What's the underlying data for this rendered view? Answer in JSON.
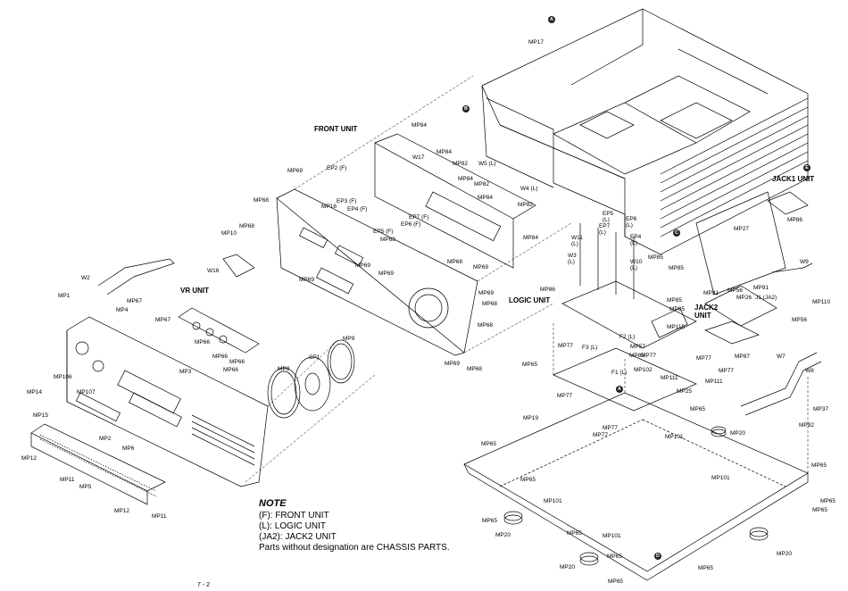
{
  "units": {
    "front": "FRONT UNIT",
    "vr": "VR UNIT",
    "logic": "LOGIC UNIT",
    "jack1": "JACK1 UNIT",
    "jack2": "JACK2 UNIT"
  },
  "markers": [
    "A",
    "B",
    "C",
    "D",
    "E"
  ],
  "note": {
    "title": "NOTE",
    "lines": [
      "(F): FRONT UNIT",
      "(L): LOGIC UNIT",
      "(JA2): JACK2 UNIT",
      "Parts without designation are CHASSIS PARTS."
    ]
  },
  "page_number": "7 - 2",
  "labels": {
    "mp17": "MP17",
    "mp84a": "MP84",
    "mp84b": "MP84",
    "mp84c": "MP84",
    "mp84d": "MP84",
    "mp84e": "MP84",
    "w17": "W17",
    "mp82a": "MP82",
    "mp82b": "MP82",
    "mp82c": "MP82",
    "w5": "W5 (L)",
    "w4": "W4 (L)",
    "mp69a": "MP69",
    "mp69b": "MP69",
    "mp69c": "MP69",
    "mp69d": "MP69",
    "mp69e": "MP69",
    "mp69f": "MP69",
    "mp69g": "MP69",
    "ep2": "EP2 (F)",
    "ep3": "EP3 (F)",
    "ep4f": "EP4 (F)",
    "ep7f": "EP7 (F)",
    "ep6f": "EP6 (F)",
    "ep5f": "EP5 (F)",
    "mp68a": "MP68",
    "mp68b": "MP68",
    "mp68c": "MP68",
    "mp68d": "MP68",
    "mp68e": "MP68",
    "mp68f": "MP68",
    "mp68g": "MP68",
    "mp16": "MP16",
    "mp10": "MP10",
    "w2": "W2",
    "w16": "W16",
    "mp1": "MP1",
    "mp67a": "MP67",
    "mp67b": "MP67",
    "mp4": "MP4",
    "mp66a": "MP66",
    "mp66b": "MP66",
    "mp66c": "MP66",
    "mp66d": "MP66",
    "mp3": "MP3",
    "mp8": "MP8",
    "sp1": "SP1",
    "mp9": "MP9",
    "mp106": "MP106",
    "mp107": "MP107",
    "mp14": "MP14",
    "mp15": "MP15",
    "mp2": "MP2",
    "mp6": "MP6",
    "mp12a": "MP12",
    "mp12b": "MP12",
    "mp11a": "MP11",
    "mp11b": "MP11",
    "mp5": "MP5",
    "ep7l": "EP7\n(L)",
    "ep5l": "EP5\n(L)",
    "ep6l": "EP6\n(L)",
    "ep4l": "EP4\n(L)",
    "w11": "W11\n(L)",
    "w3": "W3\n(L)",
    "w10": "W10\n(L)",
    "mp85a": "MP85",
    "mp85b": "MP85",
    "mp85c": "MP85",
    "mp85d": "MP85",
    "mp85e": "MP85",
    "mp86a": "MP86",
    "mp86b": "MP86",
    "mp27": "MP27",
    "mp91a": "MP91",
    "mp91b": "MP91",
    "mp56a": "MP56",
    "mp56b": "MP56",
    "mp26": "MP26",
    "j1": "J1 (JA2)",
    "w9": "W9",
    "mp110": "MP110",
    "mp118": "MP118",
    "mp87": "MP87",
    "mp77a": "MP77",
    "mp77b": "MP77",
    "mp77c": "MP77",
    "mp77d": "MP77",
    "mp77e": "MP77",
    "mp77f": "MP77",
    "mp77g": "MP77",
    "f3": "F3 (L)",
    "f2": "F2 (L)",
    "f1": "F1 (L)",
    "mp57": "MP57",
    "mp102": "MP102",
    "mp111a": "MP111",
    "mp111b": "MP111",
    "mp25": "MP25",
    "mp65a": "MP65",
    "mp65b": "MP65",
    "mp65c": "MP65",
    "mp65d": "MP65",
    "mp65e": "MP65",
    "mp65f": "MP65",
    "mp65g": "MP65",
    "mp65h": "MP65",
    "mp65i": "MP65",
    "mp65j": "MP65",
    "mp65k": "MP65",
    "mp65l": "MP65",
    "w7": "W7",
    "w8": "W8",
    "mp37": "MP37",
    "mp92": "MP92",
    "mp19": "MP19",
    "mp20a": "MP20",
    "mp20b": "MP20",
    "mp20c": "MP20",
    "mp20d": "MP20",
    "mp101a": "MP101",
    "mp101b": "MP101",
    "mp101c": "MP101",
    "mp101d": "MP101"
  }
}
